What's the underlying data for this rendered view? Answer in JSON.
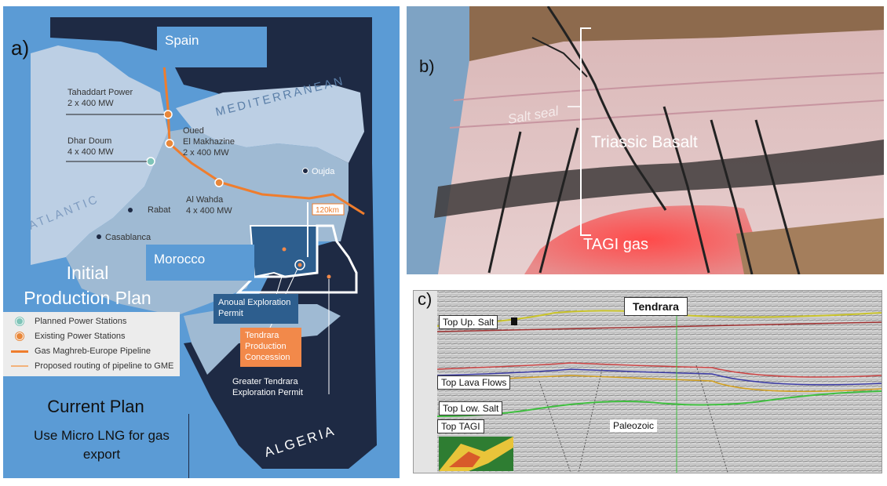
{
  "panel_a": {
    "label": "a)",
    "title_spain": "Spain",
    "title_morocco": "Morocco",
    "sea_mediterranean": "MEDITERRANEAN",
    "sea_atlantic": "ATLANTIC",
    "country_algeria": "ALGERIA",
    "distance_label": "120km",
    "places": {
      "tahaddart": "Tahaddart Power",
      "tahaddart_cap": "2 x 400 MW",
      "dhar_doum": "Dhar Doum",
      "dhar_doum_cap": "4 x 400 MW",
      "oued": "Oued",
      "el_makhazine": "El Makhazine",
      "el_makhazine_cap": "2 x 400 MW",
      "al_wahda": "Al Wahda",
      "al_wahda_cap": "4 x 400 MW",
      "oujda": "Oujda",
      "rabat": "Rabat",
      "casablanca": "Casablanca"
    },
    "initial_plan_line1": "Initial",
    "initial_plan_line2": "Production Plan",
    "legend": [
      {
        "text": "Planned Power Stations",
        "icon": "planned-station-icon",
        "color": "#7fc4b8"
      },
      {
        "text": "Existing Power Stations",
        "icon": "existing-station-icon",
        "color": "#e8873a"
      },
      {
        "text": "Gas Maghreb-Europe Pipeline",
        "icon": "pipeline-line-icon",
        "color": "#ef7d2d"
      },
      {
        "text": "Proposed routing of pipeline to GME",
        "icon": "proposed-line-icon",
        "color": "#f3b27a"
      }
    ],
    "anoual_line1": "Anoual Exploration",
    "anoual_line2": "Permit",
    "tendrara_line1": "Tendrara",
    "tendrara_line2": "Production",
    "tendrara_line3": "Concession",
    "greater_line1": "Greater Tendrara",
    "greater_line2": "Exploration Permit",
    "current_plan": "Current Plan",
    "micro_lng_line1": "Use Micro LNG for gas",
    "micro_lng_line2": "export",
    "colors": {
      "sea": "#5b9bd5",
      "land_dark": "#1e2a44",
      "land_light": "#bccfe4",
      "land_mid": "#9fbad3",
      "permit": "#2d5e8e",
      "tendrara": "#f2894a",
      "pipeline": "#ef7d2d"
    }
  },
  "panel_b": {
    "label": "b)",
    "salt_seal": "Salt seal",
    "triassic_basalt": "Triassic Basalt",
    "tagi_gas": "TAGI gas"
  },
  "panel_c": {
    "label": "c)",
    "tendrara": "Tendrara",
    "top_up_salt": "Top Up. Salt",
    "top_lava_flows": "Top Lava Flows",
    "top_low_salt": "Top Low. Salt",
    "top_tagi": "Top TAGI",
    "paleozoic": "Paleozoic"
  }
}
